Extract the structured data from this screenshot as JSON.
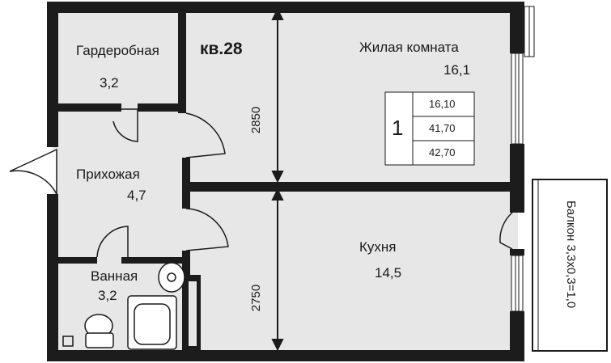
{
  "plan": {
    "apartment_label": "кв.28",
    "rooms": [
      {
        "name": "Гардеробная",
        "area": "3,2"
      },
      {
        "name": "Жилая комната",
        "area": "16,1"
      },
      {
        "name": "Прихожая",
        "area": "4,7"
      },
      {
        "name": "Ванная",
        "area": "3,2"
      },
      {
        "name": "Кухня",
        "area": "14,5"
      }
    ],
    "balcony_label": "Балкон 3,3х0,3=1,0",
    "dimensions": {
      "upper": "2850",
      "lower": "2750"
    },
    "info_box": {
      "rooms_count": "1",
      "values": [
        "16,10",
        "41,70",
        "42,70"
      ]
    },
    "colors": {
      "wall": "#1c1c1c",
      "floor": "#e7e7e7",
      "line": "#1a1a1a"
    }
  }
}
